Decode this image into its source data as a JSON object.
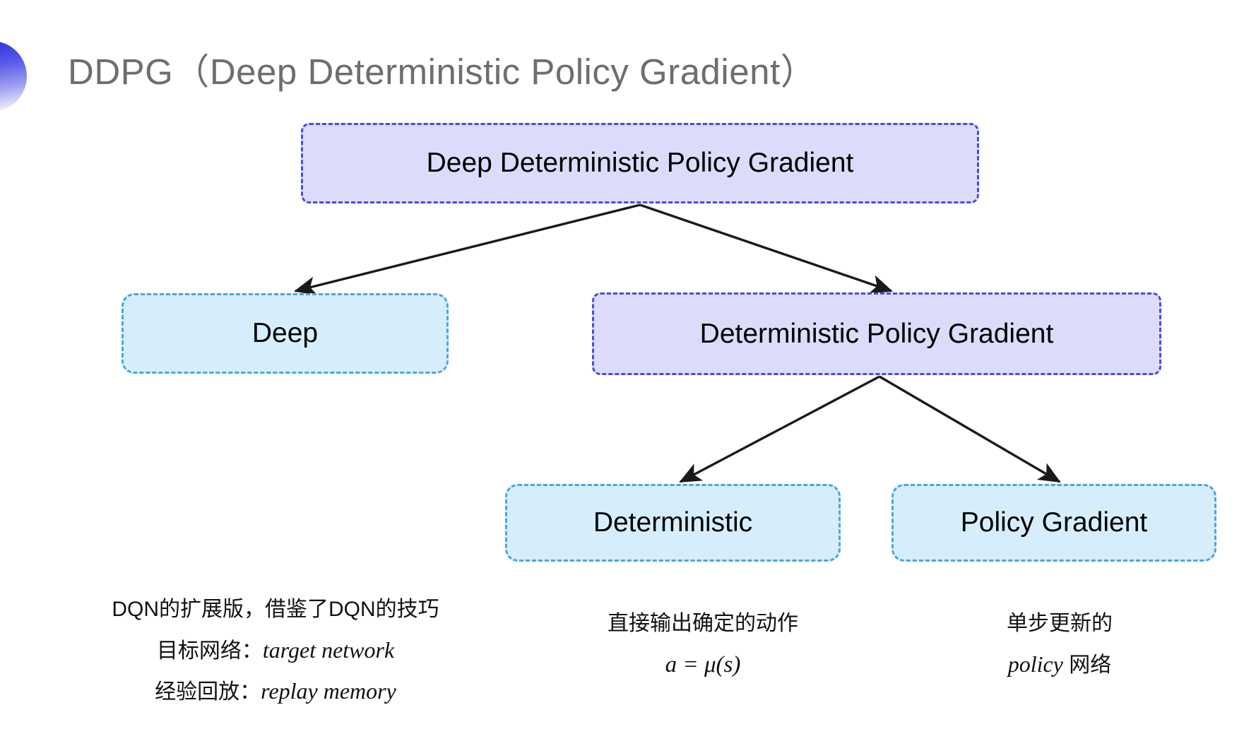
{
  "slide": {
    "title": "DDPG（Deep Deterministic Policy Gradient）",
    "background_color": "#ffffff"
  },
  "decoration": {
    "bullet_icon": "half-disc-gradient",
    "gradient_from": "#2b2bdd",
    "gradient_to": "#ffffff"
  },
  "colors": {
    "purple_fill": "#dcdcfa",
    "purple_border": "#4b4be0",
    "cyan_fill": "#d6eefb",
    "cyan_border": "#4ba6dd",
    "arrow": "#1a1a1a",
    "title_text": "#6e6e6e",
    "body_text": "#111111"
  },
  "diagram": {
    "type": "tree",
    "nodes": [
      {
        "id": "root",
        "label": "Deep Deterministic Policy Gradient",
        "style": "purple",
        "level": 0
      },
      {
        "id": "deep",
        "label": "Deep",
        "style": "cyan",
        "level": 1
      },
      {
        "id": "dpg",
        "label": "Deterministic Policy Gradient",
        "style": "purple",
        "level": 1
      },
      {
        "id": "deterministic",
        "label": "Deterministic",
        "style": "cyan",
        "level": 2
      },
      {
        "id": "policy_gradient",
        "label": "Policy Gradient",
        "style": "cyan",
        "level": 2
      }
    ],
    "edges": [
      {
        "from": "root",
        "to": "deep"
      },
      {
        "from": "root",
        "to": "dpg"
      },
      {
        "from": "dpg",
        "to": "deterministic"
      },
      {
        "from": "dpg",
        "to": "policy_gradient"
      }
    ]
  },
  "annotations": {
    "left": {
      "line1": "DQN的扩展版，借鉴了DQN的技巧",
      "line2_label": "目标网络：",
      "line2_value": "target network",
      "line3_label": "经验回放：",
      "line3_value": "replay memory"
    },
    "middle": {
      "line1": "直接输出确定的动作",
      "formula": "a = μ(s)"
    },
    "right": {
      "line1": "单步更新的",
      "line2_value": "policy",
      "line2_label": " 网络"
    }
  }
}
